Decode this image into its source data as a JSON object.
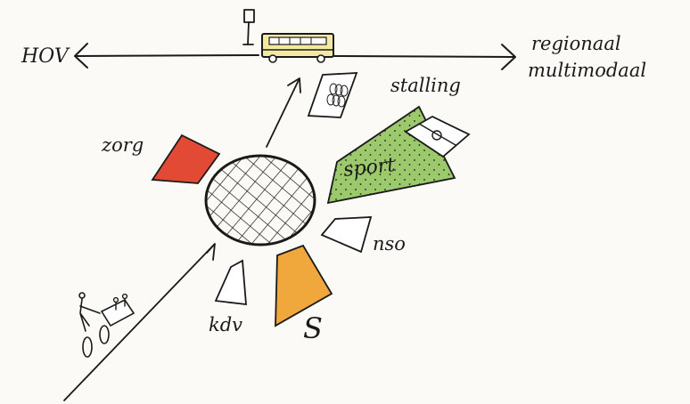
{
  "labels": {
    "hov": "HOV",
    "regional_line1": "regionaal",
    "regional_line2": "multimodaal",
    "stalling": "stalling",
    "zorg": "zorg",
    "sport": "sport",
    "nso": "nso",
    "kdv": "kdv",
    "school": "S"
  },
  "colors": {
    "background": "#fbfaf6",
    "ink": "#1a1a1a",
    "bus": "#f3e9a0",
    "zorg": "#e24a35",
    "sport": "#9cc96b",
    "school": "#f0a73c",
    "stalling": "#ffffff"
  },
  "icons": {
    "bus": "bus-icon",
    "bus_stop": "bus-stop-sign-icon",
    "bike_parking": "bike-parking-icon",
    "cyclist": "cyclist-with-cargo-icon",
    "football_field": "football-field-icon"
  }
}
